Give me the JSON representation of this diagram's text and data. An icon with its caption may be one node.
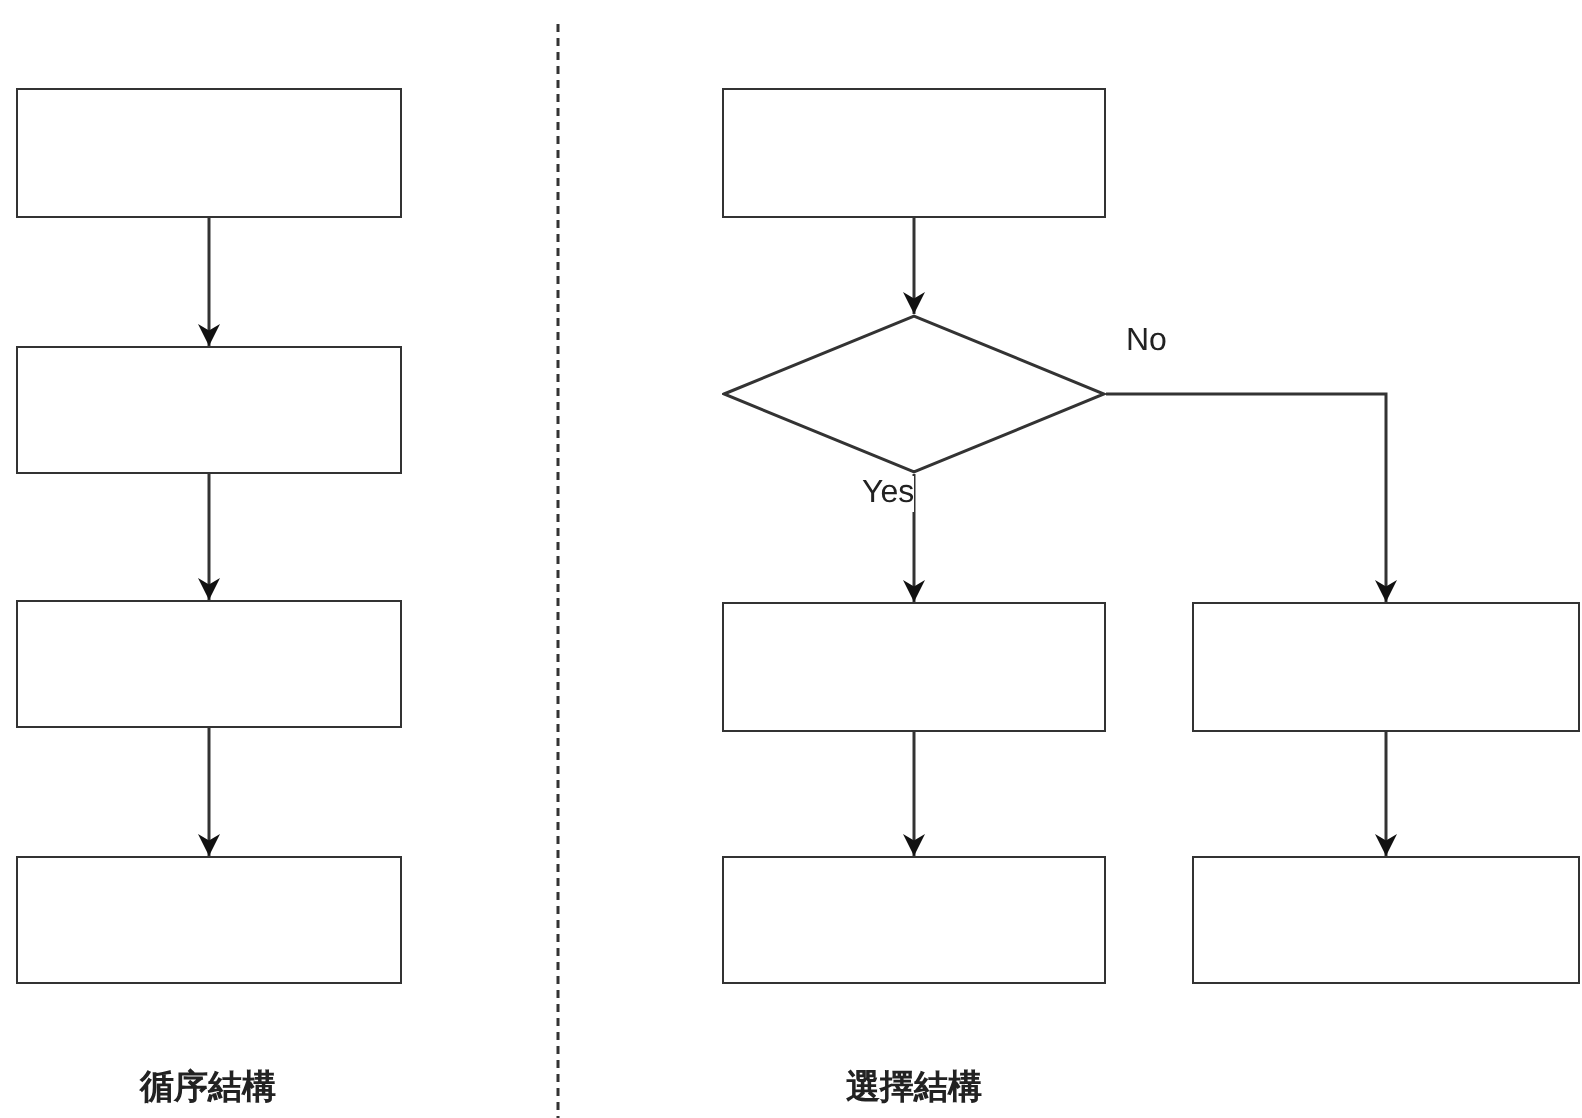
{
  "diagram": {
    "nodes": [
      {
        "text": [],
        "shape": "box"
      },
      {
        "text": [],
        "shape": "box"
      },
      {
        "text": [],
        "shape": "box"
      },
      {
        "text": [],
        "shape": "box"
      },
      {
        "text": [],
        "shape": "box"
      },
      {
        "text": [],
        "shape": "diamond"
      },
      {
        "text": [],
        "shape": "box"
      },
      {
        "text": [],
        "shape": "box"
      },
      {
        "text": [],
        "shape": "box"
      },
      {
        "text": [],
        "shape": "box"
      }
    ],
    "edges": [
      {
        "from": 0,
        "to": 1,
        "arrow": "to"
      },
      {
        "from": 1,
        "to": 2,
        "arrow": "to"
      },
      {
        "from": 2,
        "to": 3,
        "arrow": "to"
      },
      {
        "from": 4,
        "to": 5,
        "arrow": "to"
      },
      {
        "from": 5,
        "to": 6,
        "arrow": "to",
        "label": "Yes"
      },
      {
        "from": 5,
        "to": 7,
        "arrow": "to",
        "label": "No"
      },
      {
        "from": 6,
        "to": 8,
        "arrow": "to"
      },
      {
        "from": 7,
        "to": 9,
        "arrow": "to"
      }
    ],
    "labels": [
      "循序結構",
      "選擇結構"
    ]
  }
}
